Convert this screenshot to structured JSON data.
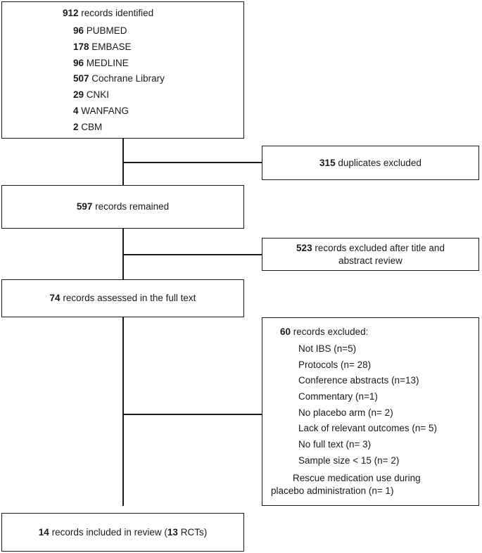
{
  "identified": {
    "count": "912",
    "label": "records identified",
    "sources": [
      {
        "count": "96",
        "name": "PUBMED"
      },
      {
        "count": "178",
        "name": "EMBASE"
      },
      {
        "count": "96",
        "name": "MEDLINE"
      },
      {
        "count": "507",
        "name": "Cochrane Library"
      },
      {
        "count": "29",
        "name": "CNKI"
      },
      {
        "count": "4",
        "name": "WANFANG"
      },
      {
        "count": "2",
        "name": "CBM"
      }
    ]
  },
  "duplicates": {
    "count": "315",
    "label": "duplicates excluded"
  },
  "remained": {
    "count": "597",
    "label": "records remained"
  },
  "title_excluded": {
    "count": "523",
    "label_line1": "records excluded after title and",
    "label_line2": "abstract review"
  },
  "full_text": {
    "count": "74",
    "label": "records assessed in the full text"
  },
  "excluded": {
    "count": "60",
    "label": "records excluded:",
    "reasons": [
      "Not IBS (n=5)",
      "Protocols (n= 28)",
      "Conference abstracts (n=13)",
      "Commentary (n=1)",
      "No placebo arm (n= 2)",
      "Lack of relevant outcomes (n= 5)",
      "No full text (n= 3)",
      "Sample size < 15 (n= 2)"
    ],
    "last_line1": "Rescue medication use during",
    "last_line2": "placebo administration (n= 1)"
  },
  "included": {
    "count": "14",
    "label": "records included in review (",
    "rct_count": "13",
    "rct_label": "RCTs)"
  }
}
